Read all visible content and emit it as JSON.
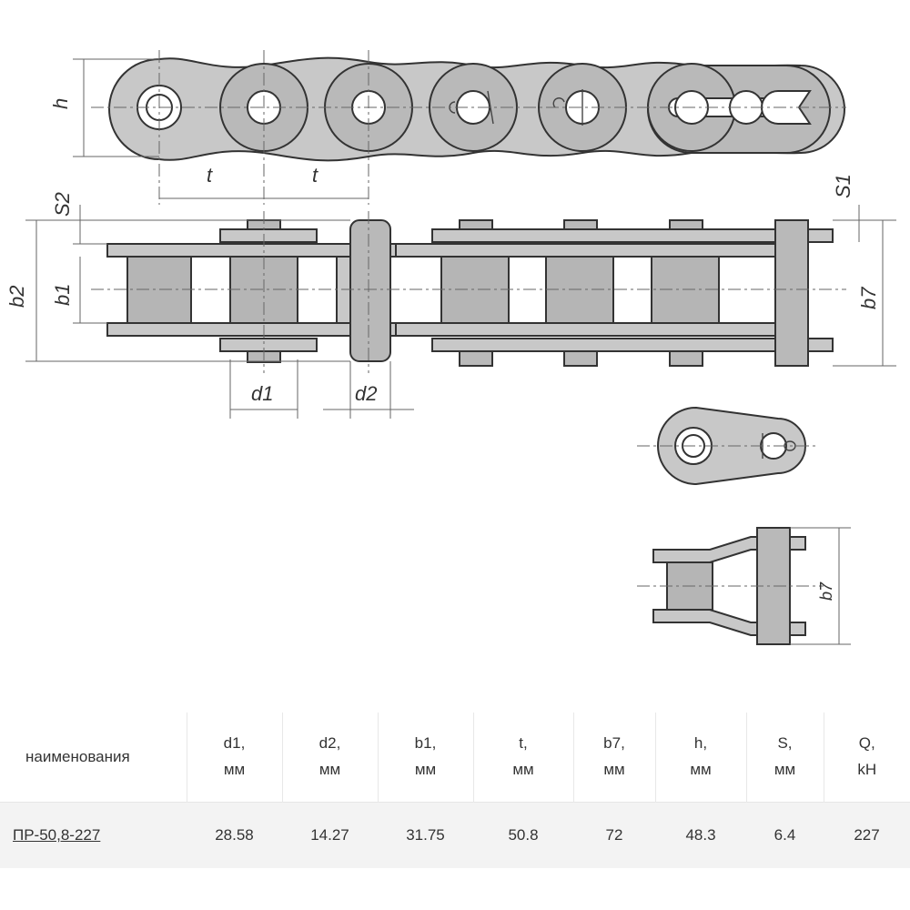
{
  "drawing": {
    "dimension_labels": {
      "h": "h",
      "t1": "t",
      "t2": "t",
      "s2": "S2",
      "s1": "S1",
      "b2": "b2",
      "b1": "b1",
      "b7": "b7",
      "d1": "d1",
      "d2": "d2",
      "b7_small": "b7"
    }
  },
  "table": {
    "headers": [
      {
        "line1": "наименования",
        "line2": ""
      },
      {
        "line1": "d1,",
        "line2": "мм"
      },
      {
        "line1": "d2,",
        "line2": "мм"
      },
      {
        "line1": "b1,",
        "line2": "мм"
      },
      {
        "line1": "t,",
        "line2": "мм"
      },
      {
        "line1": "b7,",
        "line2": "мм"
      },
      {
        "line1": "h,",
        "line2": "мм"
      },
      {
        "line1": "S,",
        "line2": "мм"
      },
      {
        "line1": "Q,",
        "line2": "kH"
      }
    ],
    "row": [
      "ПР-50,8-227",
      "28.58",
      "14.27",
      "31.75",
      "50.8",
      "72",
      "48.3",
      "6.4",
      "227"
    ]
  }
}
